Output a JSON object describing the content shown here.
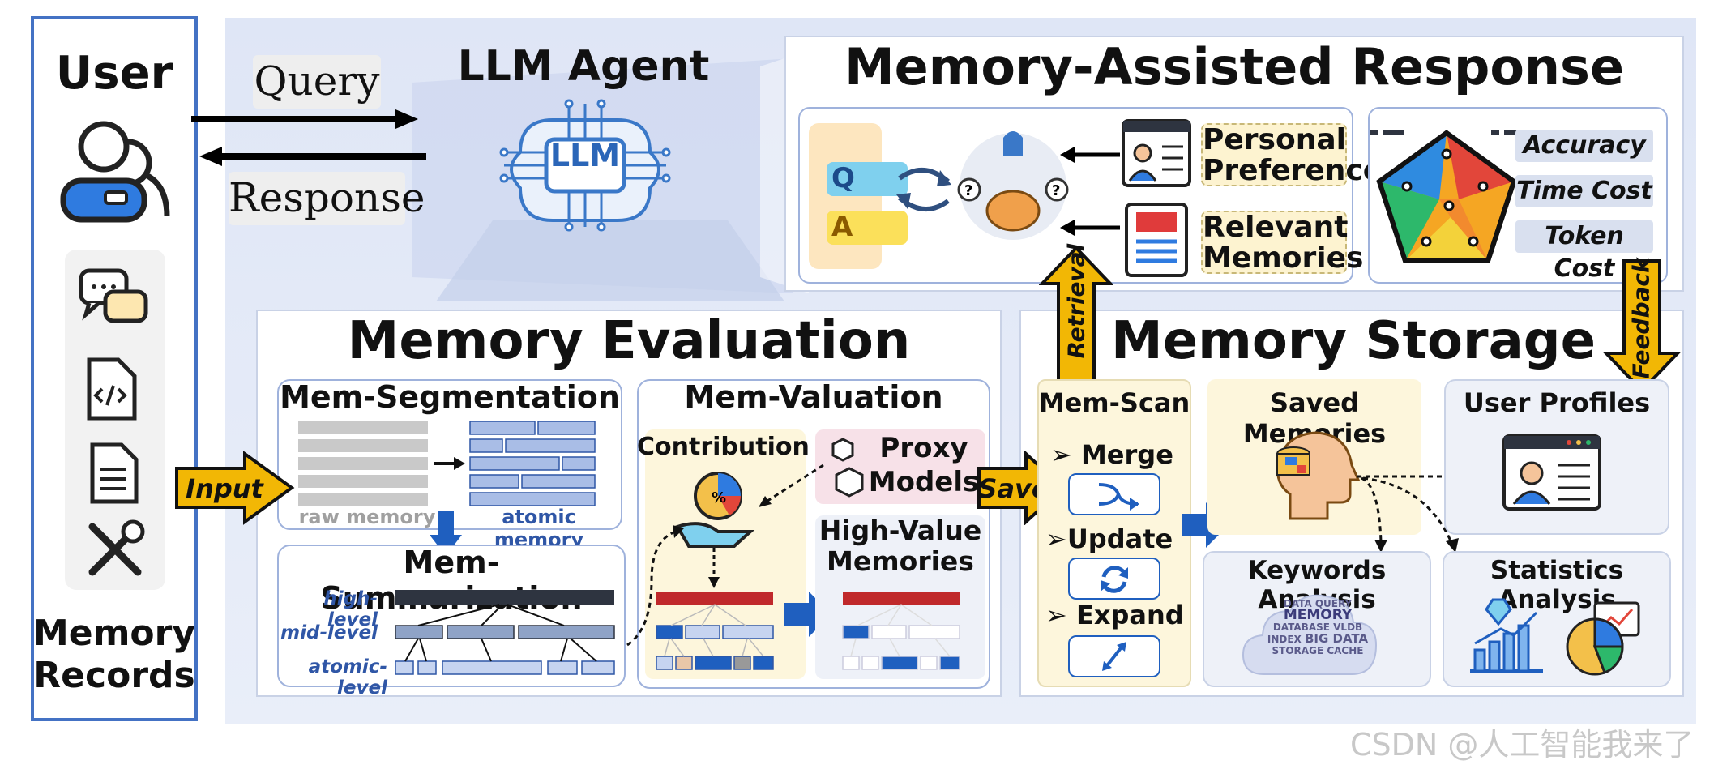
{
  "user": {
    "title": "User",
    "records_label": "Memory Records",
    "records_line1": "Memory",
    "records_line2": "Records"
  },
  "agent": {
    "title": "LLM Agent",
    "chip_label": "LLM",
    "query_label": "Query",
    "response_label": "Response"
  },
  "response_panel": {
    "title": "Memory-Assisted Response",
    "q_label": "Q",
    "a_label": "A",
    "personal_preference": [
      "Personal",
      "Preference"
    ],
    "relevant_memories": [
      "Relevant",
      "Memories"
    ],
    "metrics": [
      "Accuracy",
      "Time Cost",
      "Token Cost"
    ]
  },
  "evaluation_panel": {
    "title": "Memory Evaluation",
    "segmentation_title": "Mem-Segmentation",
    "raw_memory": "raw memory",
    "atomic_memory": "atomic memory",
    "summarization_title": "Mem-Summarization",
    "levels": [
      "high-level",
      "mid-level",
      "atomic-level"
    ],
    "valuation_title": "Mem-Valuation",
    "contribution": "Contribution",
    "proxy_models": [
      "Proxy",
      "Models"
    ],
    "high_value": [
      "High-Value",
      "Memories"
    ]
  },
  "storage_panel": {
    "title": "Memory Storage",
    "scan_title": "Mem-Scan",
    "scan_items": [
      "Merge",
      "Update",
      "Expand"
    ],
    "saved_memories": "Saved Memories",
    "user_profiles": "User Profiles",
    "keywords_analysis": "Keywords Analysis",
    "statistics_analysis": "Statistics Analysis",
    "word_cloud": [
      "DATA",
      "QUERY",
      "MEMORY",
      "DATABASE",
      "VLDB",
      "INDEX",
      "BIG DATA",
      "STORAGE",
      "CACHE"
    ]
  },
  "arrows": {
    "input": "Input",
    "save": "Save",
    "retrieval": "Retrieval",
    "feedback": "Feedback"
  },
  "watermark": "CSDN @人工智能我来了",
  "colors": {
    "frame_blue": "#4472c4",
    "arrow_gold": "#f2b705",
    "arrow_blue": "#1f5fbf",
    "bar_red": "#c0292b",
    "bar_dark": "#2e3440"
  }
}
